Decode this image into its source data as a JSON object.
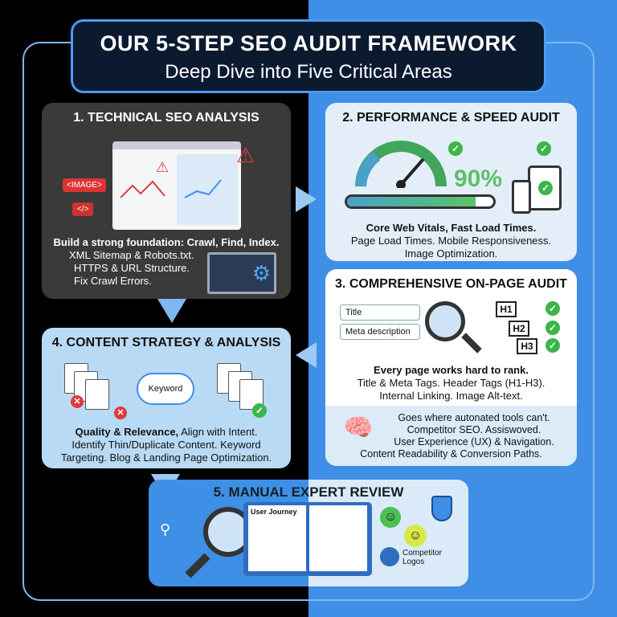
{
  "header": {
    "title": "OUR 5-STEP SEO AUDIT FRAMEWORK",
    "subtitle": "Deep Dive into Five Critical Areas"
  },
  "steps": [
    {
      "title": "1. TECHNICAL SEO ANALYSIS",
      "lead": "Build a strong foundation: Crawl, Find, Index.",
      "lines": [
        "XML Sitemap & Robots.txt.",
        "HTTPS & URL Structure.",
        "Fix Crawl Errors."
      ],
      "image_tag": "<IMAGE>",
      "code_tag": "</>"
    },
    {
      "title": "2. PERFORMANCE & SPEED AUDIT",
      "lead": "Core Web Vitals, Fast Load Times.",
      "lines": [
        "Page Load Times. Mobile Responsiveness.",
        "Image Optimization."
      ],
      "score": "90%",
      "progress": 0.88
    },
    {
      "title": "3. COMPREHENSIVE ON-PAGE AUDIT",
      "tags": [
        "Title",
        "Meta description"
      ],
      "headers": [
        "H1",
        "H2",
        "H3"
      ],
      "lead": "Every page works hard to rank.",
      "lines": [
        "Title & Meta Tags. Header Tags (H1-H3).",
        "Internal Linking. Image Alt-text."
      ],
      "extra": [
        "Goes where autonated tools can't.",
        "Competitor SEO. Assiswoved.",
        "User Experience (UX) & Navigation.",
        "Content Readability & Conversion Paths."
      ]
    },
    {
      "title": "4. CONTENT STRATEGY & ANALYSIS",
      "keyword": "Keyword",
      "lead": "Quality & Relevance,",
      "lead_rest": " Align with Intent.",
      "lines": [
        "Identify Thin/Duplicate Content. Keyword",
        "Targeting. Blog & Landing Page Optimization."
      ]
    },
    {
      "title": "5. MANUAL EXPERT REVIEW",
      "journey": "User Journey",
      "competitor": "Competitor Logos"
    }
  ],
  "colors": {
    "blue": "#3f8fe6",
    "green": "#3cb54a",
    "red": "#e03a3a",
    "navy": "#0c1a30"
  }
}
